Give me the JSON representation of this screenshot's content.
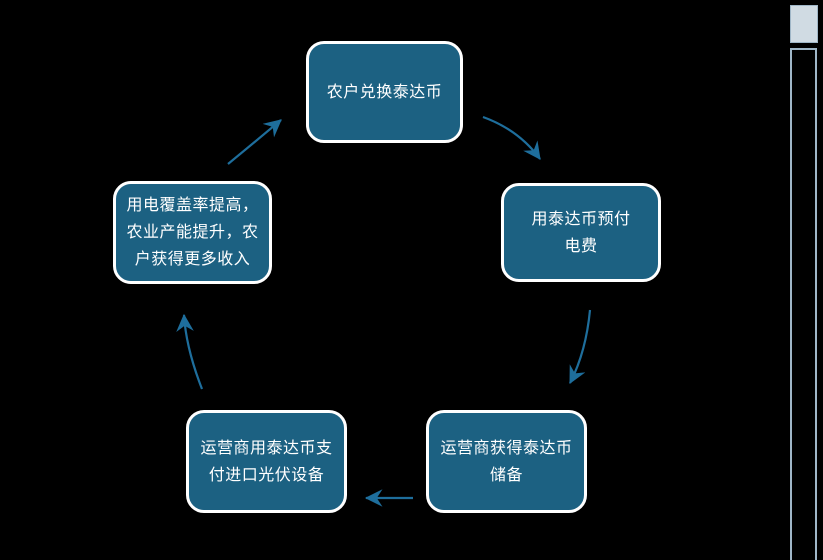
{
  "diagram": {
    "type": "cycle",
    "direction": "clockwise",
    "nodes": [
      {
        "id": "farmer-exchange",
        "position": "top",
        "label": "农户兑换泰达币"
      },
      {
        "id": "prepay-electricity",
        "position": "right",
        "label": "用泰达币预付\n电费"
      },
      {
        "id": "operator-tether-reserve",
        "position": "bottom-right",
        "label": "运营商获得泰达币\n储备"
      },
      {
        "id": "operator-pay-pv",
        "position": "bottom-left",
        "label": "运营商用泰达币支\n付进口光伏设备"
      },
      {
        "id": "coverage-income",
        "position": "left",
        "label": "用电覆盖率提高，\n农业产能提升，农\n户获得更多收入"
      }
    ],
    "arrows": [
      {
        "from": "farmer-exchange",
        "to": "prepay-electricity"
      },
      {
        "from": "prepay-electricity",
        "to": "operator-tether-reserve"
      },
      {
        "from": "operator-tether-reserve",
        "to": "operator-pay-pv"
      },
      {
        "from": "operator-pay-pv",
        "to": "coverage-income"
      },
      {
        "from": "coverage-income",
        "to": "farmer-exchange"
      }
    ]
  },
  "colors": {
    "background": "#000000",
    "node_fill": "#1C6182",
    "node_border": "#FFFFFF",
    "node_text": "#FFFFFF",
    "arrow": "#1E6E9C",
    "scrollbar_thumb_fill": "#D0DBE3",
    "scrollbar_border": "#9FB6C7"
  }
}
